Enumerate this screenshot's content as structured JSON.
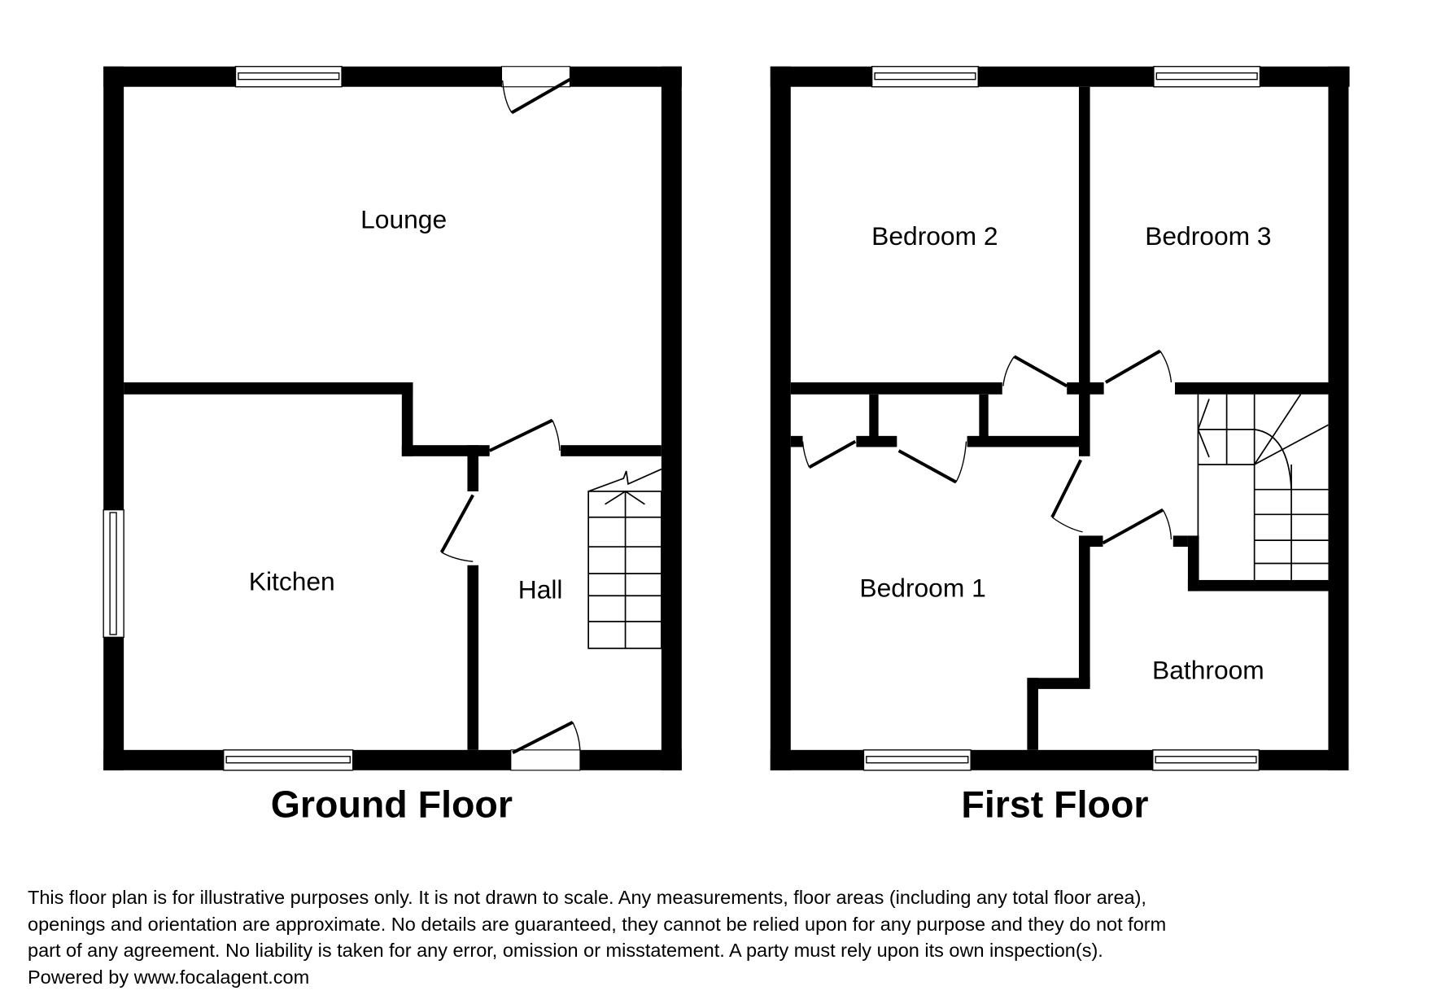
{
  "ground_floor": {
    "title": "Ground Floor",
    "rooms": {
      "lounge": "Lounge",
      "kitchen": "Kitchen",
      "hall": "Hall"
    }
  },
  "first_floor": {
    "title": "First Floor",
    "rooms": {
      "bedroom1": "Bedroom 1",
      "bedroom2": "Bedroom 2",
      "bedroom3": "Bedroom 3",
      "bathroom": "Bathroom"
    }
  },
  "disclaimer": {
    "lines": [
      "This floor plan is for illustrative purposes only. It is not drawn to scale. Any measurements, floor areas (including any total floor area),",
      "openings and orientation are approximate. No details are guaranteed, they cannot be relied upon for any purpose and they do not form",
      "part of any agreement. No liability is taken for any error, omission or misstatement. A party must rely upon its own inspection(s).",
      "Powered by www.focalagent.com"
    ]
  },
  "colors": {
    "wall": "#000000",
    "background": "#ffffff"
  }
}
